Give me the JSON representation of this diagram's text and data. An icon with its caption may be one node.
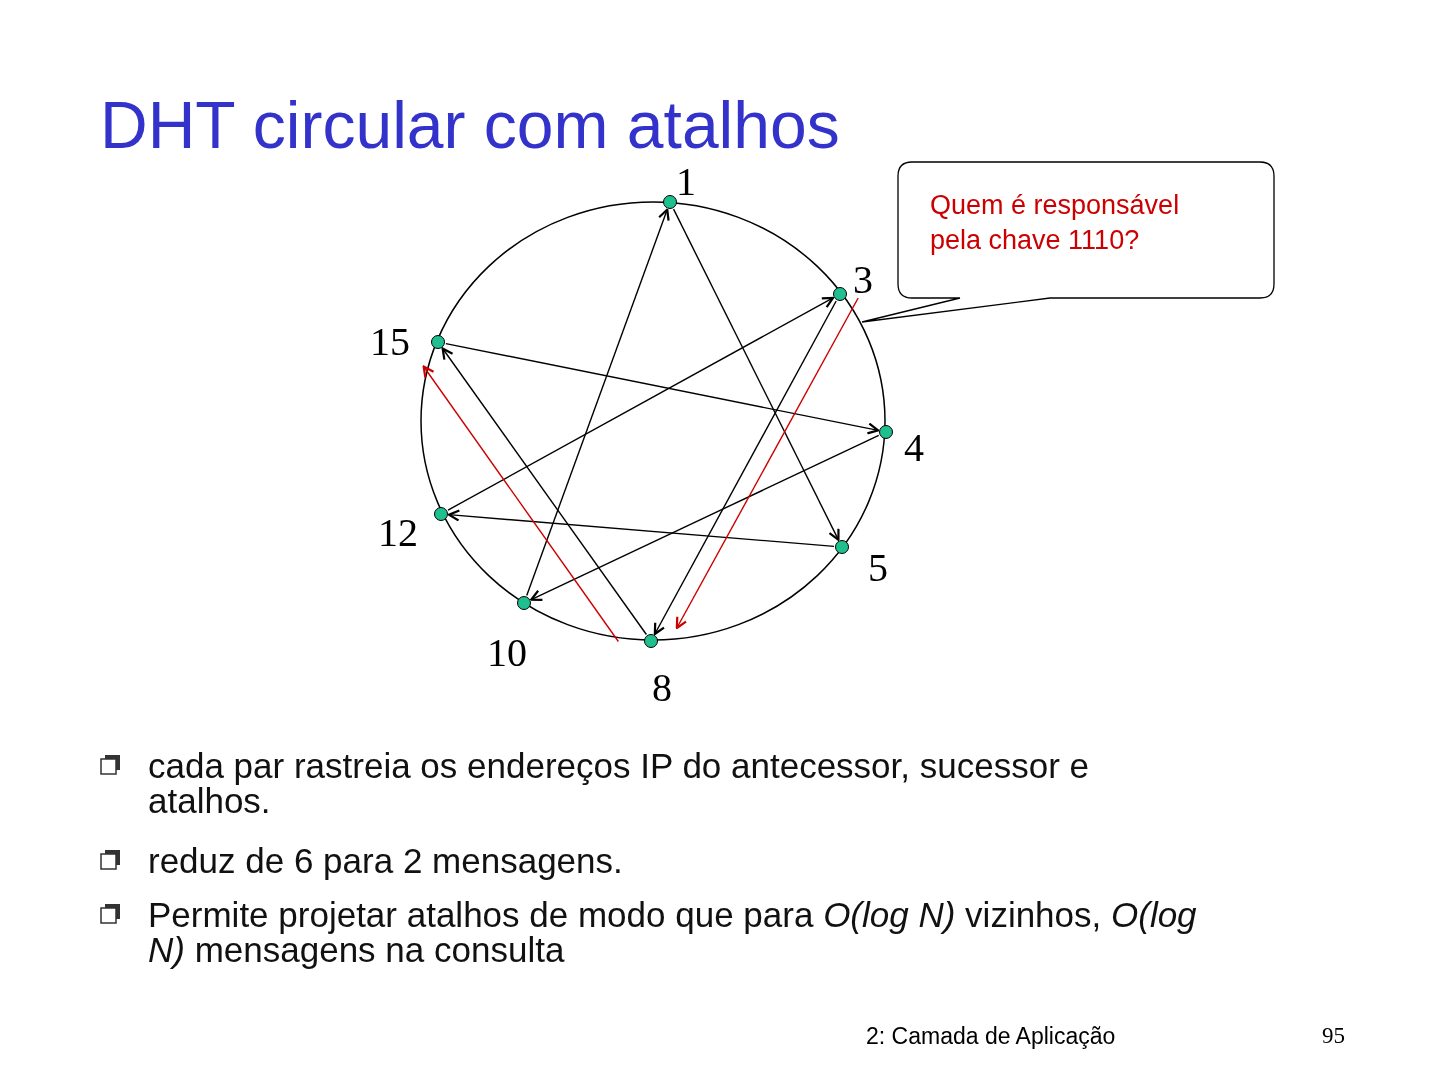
{
  "diagram": {
    "title": "DHT circular com atalhos",
    "nodes": [
      {
        "text": [],
        "shape": "circle",
        "beside": [
          "1"
        ]
      },
      {
        "text": [],
        "shape": "circle",
        "beside": [
          "3"
        ]
      },
      {
        "text": [],
        "shape": "circle",
        "beside": [
          "15"
        ]
      },
      {
        "text": [],
        "shape": "circle",
        "beside": [
          "4"
        ]
      },
      {
        "text": [],
        "shape": "circle",
        "beside": [
          "12"
        ]
      },
      {
        "text": [],
        "shape": "circle",
        "beside": [
          "5"
        ]
      },
      {
        "text": [],
        "shape": "circle",
        "beside": [
          "10"
        ]
      },
      {
        "text": [],
        "shape": "circle",
        "beside": [
          "8"
        ]
      },
      {
        "text": [
          "Quem é responsável pela chave 1110?"
        ]
      }
    ],
    "edges": [
      {
        "from": 0,
        "to": 5,
        "arrow": "to"
      },
      {
        "from": 1,
        "to": 7,
        "arrow": "to"
      },
      {
        "from": 3,
        "to": 6,
        "arrow": "to"
      },
      {
        "from": 5,
        "to": 4,
        "arrow": "to"
      },
      {
        "from": 7,
        "to": 2,
        "arrow": "to"
      },
      {
        "from": 6,
        "to": 0,
        "arrow": "to"
      },
      {
        "from": 4,
        "to": 1,
        "arrow": "to"
      },
      {
        "from": 2,
        "to": 3,
        "arrow": "to"
      },
      {
        "from": 1,
        "to": 7,
        "arrow": "to",
        "color": "#cc0000"
      },
      {
        "from": 7,
        "to": 2,
        "arrow": "to",
        "color": "#cc0000"
      }
    ],
    "labels": [
      "cada par rastreia os endereços IP do antecessor, sucessor e atalhos.",
      "reduz de 6 para 2 mensagens.",
      "Permite projetar atalhos de modo que para *O(log N)* vizinhos, *O(log N)* mensagens na consulta",
      "2: Camada de Aplicação",
      "95"
    ]
  }
}
